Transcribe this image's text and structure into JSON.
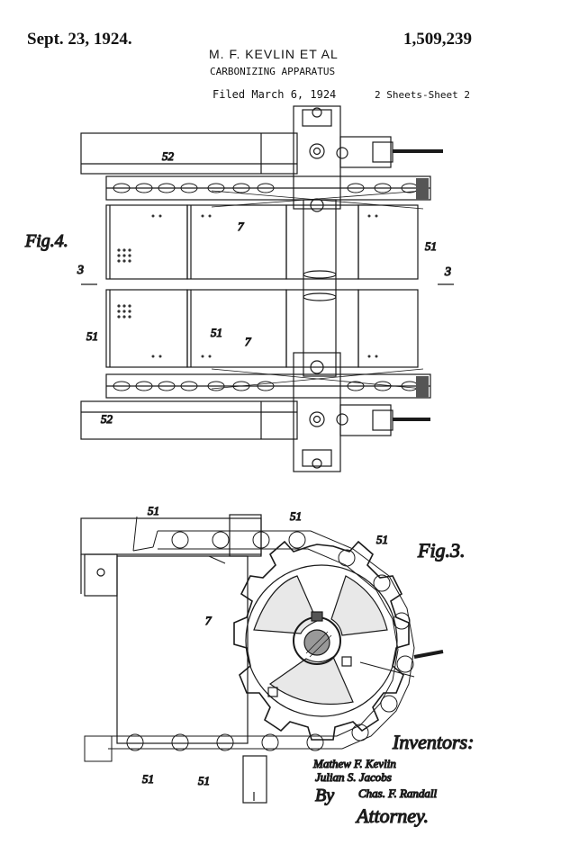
{
  "header": {
    "date": "Sept. 23, 1924.",
    "patent_number": "1,509,239",
    "inventors": "M. F. KEVLIN ET AL",
    "title": "CARBONIZING APPARATUS",
    "filed": "Filed March 6, 1924",
    "sheets": "2 Sheets-Sheet 2"
  },
  "fig4": {
    "label": "Fig.4.",
    "section_left": "3",
    "section_right": "3",
    "refs": [
      "52",
      "7",
      "51",
      "51",
      "51",
      "7",
      "52"
    ]
  },
  "fig3": {
    "label": "Fig.3.",
    "refs": [
      "51",
      "51",
      "51",
      "7",
      "51",
      "51"
    ]
  },
  "signatures": {
    "inventors_label": "Inventors:",
    "names": [
      "Mathew F. Kevlin",
      "Julian S. Jacobs"
    ],
    "by": "By",
    "attorney_name": "Chas. F. Randall",
    "attorney_label": "Attorney."
  }
}
